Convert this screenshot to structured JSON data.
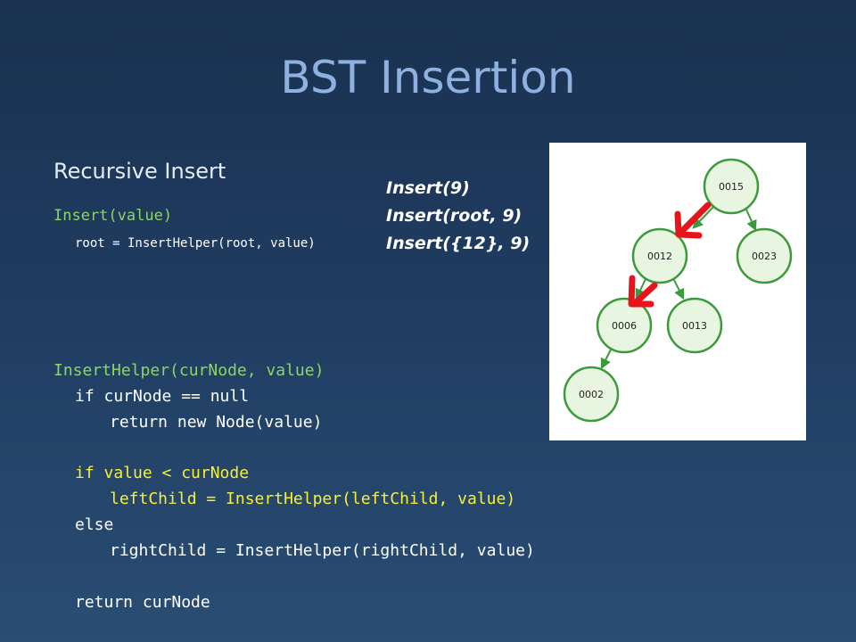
{
  "slide": {
    "title": "BST Insertion",
    "subtitle": "Recursive Insert"
  },
  "code": {
    "insert_signature": "Insert(value)",
    "insert_body": "root = InsertHelper(root, value)",
    "helper_signature": "InsertHelper(curNode, value)",
    "helper_lines": [
      "if curNode == null",
      "return new Node(value)",
      "if value < curNode",
      "leftChild = InsertHelper(leftChild, value)",
      "else",
      "rightChild = InsertHelper(rightChild, value)",
      "return curNode"
    ]
  },
  "calls": [
    "Insert(9)",
    "Insert(root, 9)",
    "Insert({12}, 9)"
  ],
  "tree": {
    "nodes": [
      "0015",
      "0012",
      "0023",
      "0006",
      "0013",
      "0002"
    ]
  },
  "colors": {
    "node_stroke": "#3c9a3c",
    "node_fill": "#e8f5e0",
    "highlight_arrow": "#e8141c"
  }
}
